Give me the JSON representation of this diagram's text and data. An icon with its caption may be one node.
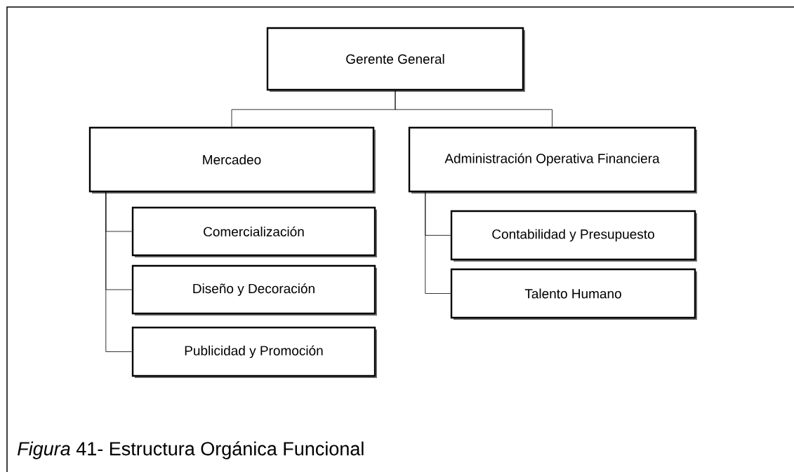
{
  "diagram": {
    "caption": "*Figura* 41- Estructura Orgánica Funcional",
    "nodes": [
      {
        "text": [
          "Gerente General"
        ]
      },
      {
        "text": [
          "Mercadeo"
        ]
      },
      {
        "text": [
          "Administración Operativa Financiera"
        ]
      },
      {
        "text": [
          "Comercialización"
        ]
      },
      {
        "text": [
          "Diseño y Decoración"
        ]
      },
      {
        "text": [
          "Publicidad y Promoción"
        ]
      },
      {
        "text": [
          "Contabilidad y Presupuesto"
        ]
      },
      {
        "text": [
          "Talento Humano"
        ]
      }
    ],
    "edges": [
      {
        "from": 0,
        "to": 1,
        "arrow": "none"
      },
      {
        "from": 0,
        "to": 2,
        "arrow": "none"
      },
      {
        "from": 1,
        "to": 3,
        "arrow": "none"
      },
      {
        "from": 1,
        "to": 4,
        "arrow": "none"
      },
      {
        "from": 1,
        "to": 5,
        "arrow": "none"
      },
      {
        "from": 2,
        "to": 6,
        "arrow": "none"
      },
      {
        "from": 2,
        "to": 7,
        "arrow": "none"
      }
    ]
  }
}
